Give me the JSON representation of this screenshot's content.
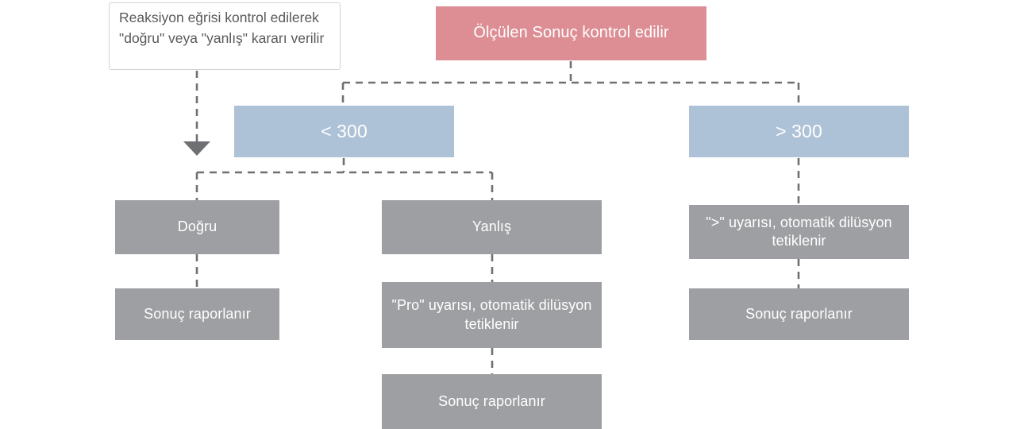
{
  "diagram": {
    "title": "Ölçülen Sonuç kontrol edilir",
    "colors": {
      "red": "#dd8e94",
      "blue": "#aec2d7",
      "gray": "#9e9fa2",
      "note_border": "#d2d2d2",
      "note_text": "#595959",
      "connector": "#6f7073",
      "background": "#ffffff"
    },
    "note": {
      "text": "Reaksiyon eğrisi kontrol edilerek \"doğru\" veya \"yanlış\" kararı verilir"
    },
    "nodes": {
      "measured": "Ölçülen Sonuç kontrol edilir",
      "lt300": "< 300",
      "gt300": "> 300",
      "dogru": "Doğru",
      "dogru_report": "Sonuç raporlanır",
      "yanlis": "Yanlış",
      "pro_warning": "\"Pro\" uyarısı, otomatik dilüsyon tetiklenir",
      "mid_report": "Sonuç raporlanır",
      "gt_warning": "\">\" uyarısı, otomatik dilüsyon tetiklenir",
      "right_report": "Sonuç raporlanır"
    }
  }
}
